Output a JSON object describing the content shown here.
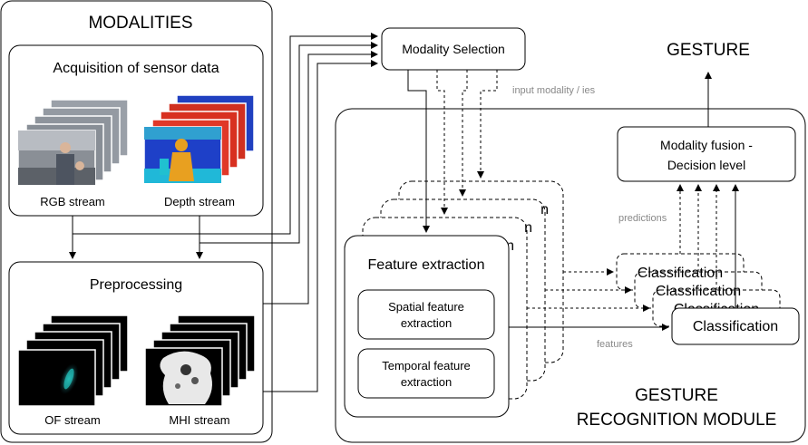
{
  "modalities": {
    "title": "MODALITIES",
    "acquisition": {
      "title": "Acquisition of sensor data",
      "rgb_label": "RGB stream",
      "depth_label": "Depth stream"
    },
    "preprocessing": {
      "title": "Preprocessing",
      "of_label": "OF stream",
      "mhi_label": "MHI stream"
    }
  },
  "modality_selection": {
    "label": "Modality Selection",
    "annotation": "input modality / ies"
  },
  "gesture": {
    "title": "GESTURE"
  },
  "recognition_module": {
    "title_line1": "GESTURE",
    "title_line2": "RECOGNITION MODULE",
    "feature_extraction": {
      "title": "Feature extraction",
      "spatial_line1": "Spatial feature",
      "spatial_line2": "extraction",
      "temporal_line1": "Temporal feature",
      "temporal_line2": "extraction"
    },
    "classification": {
      "label": "Classification",
      "ghost_labels": [
        "Classification",
        "Classification",
        "Classification"
      ]
    },
    "fusion": {
      "line1": "Modality fusion -",
      "line2": "Decision level"
    },
    "predictions_label": "predictions",
    "features_label": "features"
  },
  "colors": {
    "line": "#000000",
    "annotation": "#888888",
    "background": "#ffffff",
    "rgb_scene": "#8a8f96",
    "depth_bg": "#1e40c8",
    "depth_figure": "#e8a020",
    "of_blob": "#1fb5b0",
    "mhi_figure": "#e8e8e8"
  }
}
